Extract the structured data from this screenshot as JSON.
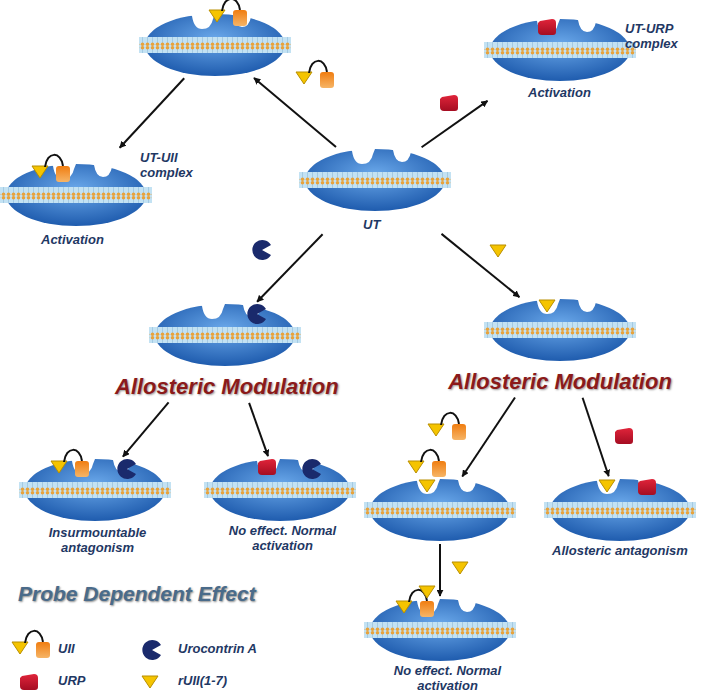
{
  "diagram": {
    "nodes": [
      {
        "text": []
      },
      {
        "text": [
          "UT-URP complex",
          "Activation"
        ]
      },
      {
        "text": [
          "UT-UII complex",
          "Activation"
        ]
      },
      {
        "text": [
          "UT"
        ]
      },
      {
        "text": [
          "Allosteric Modulation"
        ]
      },
      {
        "text": [
          "Allosteric Modulation"
        ]
      },
      {
        "text": [
          "Insurmountable antagonism"
        ]
      },
      {
        "text": [
          "No effect. Normal activation"
        ]
      },
      {
        "text": []
      },
      {
        "text": [
          "Allosteric antagonism"
        ]
      },
      {
        "text": [
          "No effect. Normal activation"
        ]
      }
    ],
    "edges": [
      {
        "from": 3,
        "to": 0,
        "arrow": "to"
      },
      {
        "from": 0,
        "to": 2,
        "arrow": "to"
      },
      {
        "from": 3,
        "to": 1,
        "arrow": "to"
      },
      {
        "from": 3,
        "to": 4,
        "arrow": "to"
      },
      {
        "from": 3,
        "to": 5,
        "arrow": "to"
      },
      {
        "from": 4,
        "to": 6,
        "arrow": "to"
      },
      {
        "from": 4,
        "to": 7,
        "arrow": "to"
      },
      {
        "from": 5,
        "to": 8,
        "arrow": "to"
      },
      {
        "from": 5,
        "to": 9,
        "arrow": "to"
      },
      {
        "from": 8,
        "to": 10,
        "arrow": "to"
      }
    ],
    "labels": [
      "Probe Dependent Effect"
    ],
    "legend": [
      {
        "text": "UII"
      },
      {
        "text": "Urocontrin A"
      },
      {
        "text": "URP"
      },
      {
        "text": "rUII(1-7)"
      }
    ]
  }
}
